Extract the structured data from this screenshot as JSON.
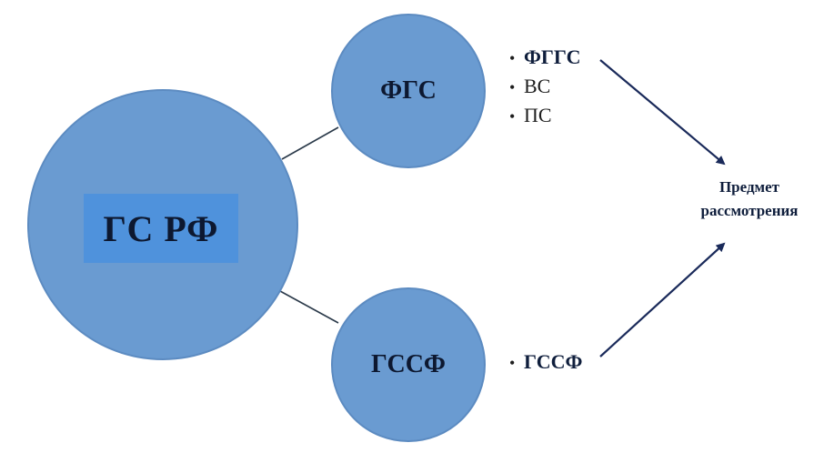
{
  "diagram": {
    "main_node": {
      "label": "ГС РФ"
    },
    "branch_top": {
      "label": "ФГС",
      "items": [
        {
          "text": "ФГГС",
          "highlight": true
        },
        {
          "text": "ВС",
          "highlight": false
        },
        {
          "text": "ПС",
          "highlight": false
        }
      ]
    },
    "branch_bottom": {
      "label": "ГССФ",
      "items": [
        {
          "text": "ГССФ",
          "highlight": true
        }
      ]
    },
    "subject": {
      "line1": "Предмет",
      "line2": "рассмотрения"
    },
    "colors": {
      "circle_fill": "#6a9bd1",
      "label_box_fill": "#4f92dc",
      "arrow": "#1a2a5a",
      "connector": "#2b3a4a"
    }
  }
}
